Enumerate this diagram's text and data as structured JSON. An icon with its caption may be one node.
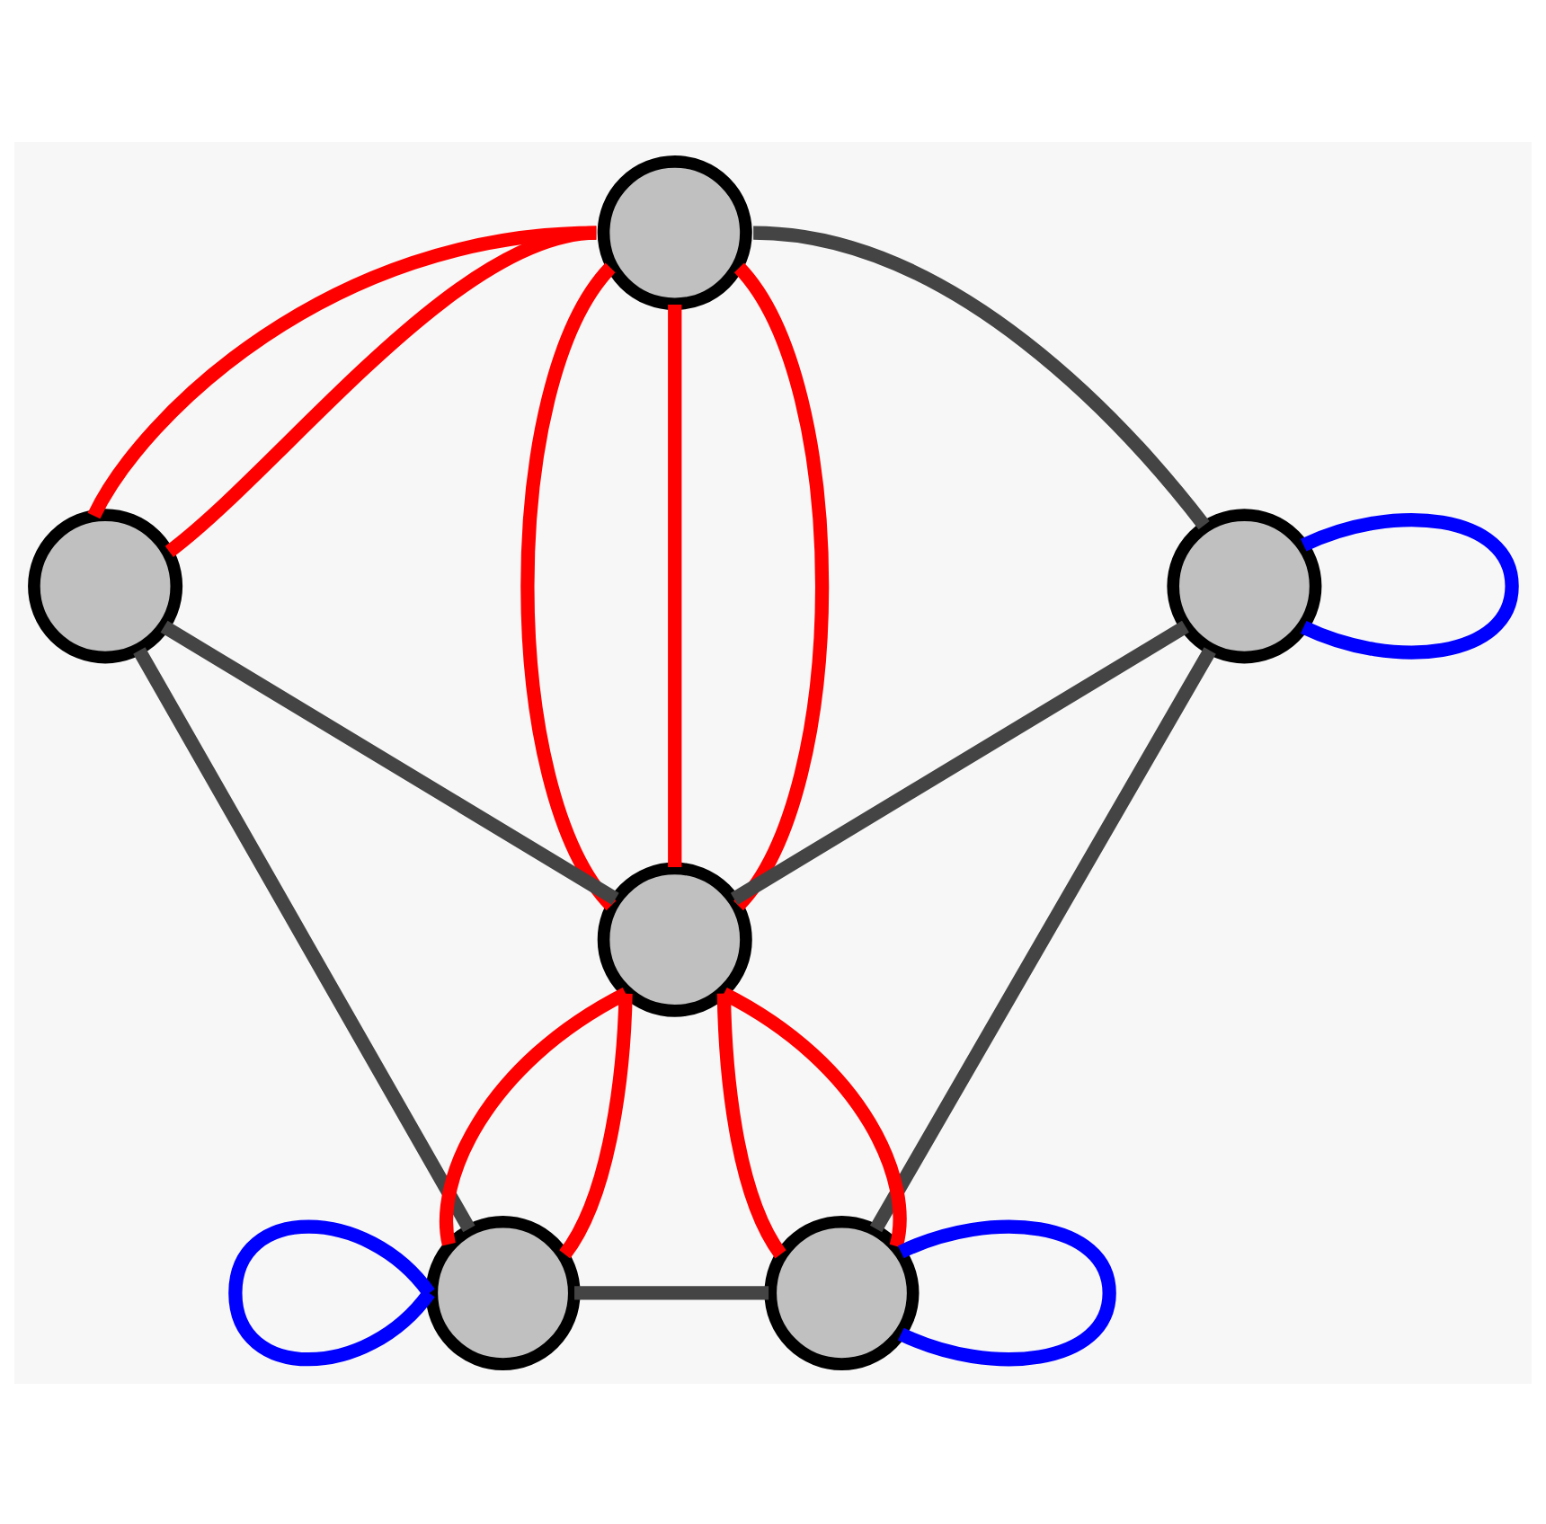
{
  "diagram": {
    "nodes": [
      {
        "text": [],
        "shape": "circle"
      },
      {
        "text": [],
        "shape": "circle"
      },
      {
        "text": [],
        "shape": "circle"
      },
      {
        "text": [],
        "shape": "circle"
      },
      {
        "text": [],
        "shape": "circle"
      },
      {
        "text": [],
        "shape": "circle"
      }
    ],
    "edges": [
      {
        "from": 0,
        "to": 1,
        "arrow": "none"
      },
      {
        "from": 0,
        "to": 1,
        "arrow": "none"
      },
      {
        "from": 0,
        "to": 2,
        "arrow": "none",
        "color": "#444444"
      },
      {
        "from": 0,
        "to": 3,
        "arrow": "none"
      },
      {
        "from": 0,
        "to": 3,
        "arrow": "none"
      },
      {
        "from": 0,
        "to": 3,
        "arrow": "none"
      },
      {
        "from": 1,
        "to": 3,
        "arrow": "none",
        "color": "#444444"
      },
      {
        "from": 2,
        "to": 3,
        "arrow": "none",
        "color": "#444444"
      },
      {
        "from": 2,
        "to": 2,
        "arrow": "none",
        "color": "#0000ff"
      },
      {
        "from": 1,
        "to": 4,
        "arrow": "none",
        "color": "#444444"
      },
      {
        "from": 2,
        "to": 5,
        "arrow": "none",
        "color": "#444444"
      },
      {
        "from": 3,
        "to": 4,
        "arrow": "none"
      },
      {
        "from": 3,
        "to": 4,
        "arrow": "none"
      },
      {
        "from": 3,
        "to": 5,
        "arrow": "none"
      },
      {
        "from": 3,
        "to": 5,
        "arrow": "none"
      },
      {
        "from": 4,
        "to": 5,
        "arrow": "none",
        "color": "#444444"
      },
      {
        "from": 4,
        "to": 4,
        "arrow": "none",
        "color": "#0000ff"
      },
      {
        "from": 5,
        "to": 5,
        "arrow": "none",
        "color": "#0000ff"
      }
    ]
  }
}
